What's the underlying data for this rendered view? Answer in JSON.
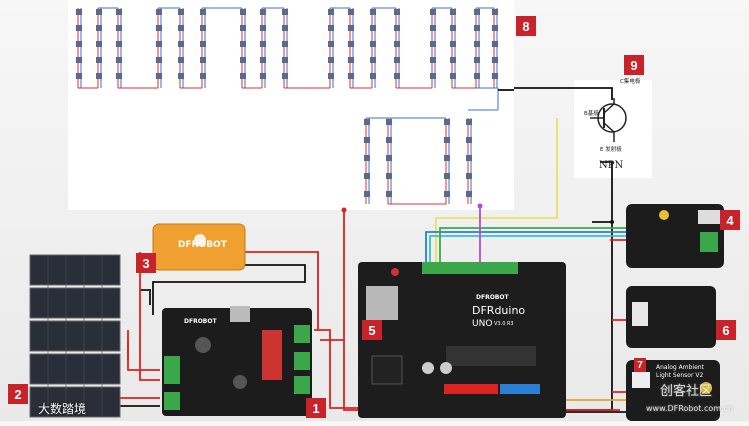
{
  "badges": {
    "b1": "1",
    "b2": "2",
    "b3": "3",
    "b4": "4",
    "b5": "5",
    "b6": "6",
    "b7": "7",
    "b8": "8",
    "b9": "9"
  },
  "transistor": {
    "collector": "C集电极",
    "base": "B基极",
    "emitter": "E 发射极",
    "type": "NPN"
  },
  "brand": {
    "dfrobot": "DFROBOT",
    "dfrobot_board": "DFROBOT",
    "board_name": "DFRduino",
    "board_model": "UNO",
    "board_ver": "V3.0 R3"
  },
  "sensors": {
    "ambient_line1": "Analog Ambient",
    "ambient_line2": "Light Sensor V2"
  },
  "watermarks": {
    "left": "大数踏境",
    "right": "创客社区",
    "right_url": "www.DFRobot.com.cn"
  },
  "colors": {
    "badge": "#c8232b",
    "wire_red": "#d22",
    "wire_black": "#111",
    "wire_yellow": "#e8e060",
    "wire_blue": "#2a7fd4",
    "wire_cyan": "#33c0d8",
    "wire_green": "#3aa84a",
    "wire_purple": "#b44bd6",
    "board": "#1c1c1c",
    "arduino": "#1d1d1d",
    "solar": "#2a2e38",
    "battery": "#f0a030"
  }
}
